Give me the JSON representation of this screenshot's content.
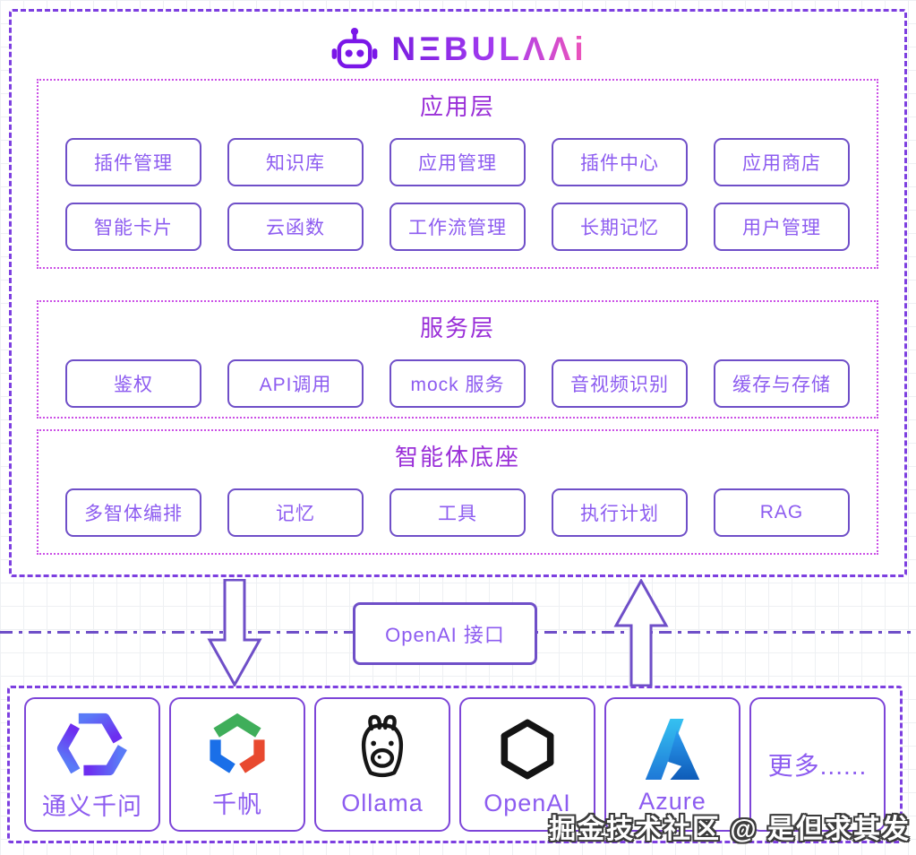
{
  "brand": {
    "name": "NΞBULΛΛi",
    "icon": "robot-icon",
    "gradient_start": "#7b1fe0",
    "gradient_end": "#f055b8"
  },
  "layers": [
    {
      "title": "应用层",
      "rows": [
        [
          "插件管理",
          "知识库",
          "应用管理",
          "插件中心",
          "应用商店"
        ],
        [
          "智能卡片",
          "云函数",
          "工作流管理",
          "长期记忆",
          "用户管理"
        ]
      ]
    },
    {
      "title": "服务层",
      "rows": [
        [
          "鉴权",
          "API调用",
          "mock 服务",
          "音视频识别",
          "缓存与存储"
        ]
      ]
    },
    {
      "title": "智能体底座",
      "rows": [
        [
          "多智体编排",
          "记忆",
          "工具",
          "执行计划",
          "RAG"
        ]
      ]
    }
  ],
  "middle": {
    "interface_label": "OpenAI 接口",
    "down_arrow": "down-arrow",
    "up_arrow": "up-arrow"
  },
  "providers": [
    {
      "name": "通义千问",
      "icon": "tongyi-qianwen-logo"
    },
    {
      "name": "千帆",
      "icon": "qianfan-logo"
    },
    {
      "name": "Ollama",
      "icon": "ollama-llama-logo"
    },
    {
      "name": "OpenAI",
      "icon": "openai-logo"
    },
    {
      "name": "Azure",
      "icon": "azure-logo"
    },
    {
      "name": "更多......",
      "icon": null
    }
  ],
  "watermark": "掘金技术社区 @ 是但求其发",
  "colors": {
    "outer_dashed_border": "#7d3fe0",
    "inner_dotted_border": "#cb4fe6",
    "box_border": "#6f4fc8",
    "box_text": "#8d5cf0",
    "layer_title": "#9a2fd8",
    "logo_purple": "#7a16e8"
  }
}
